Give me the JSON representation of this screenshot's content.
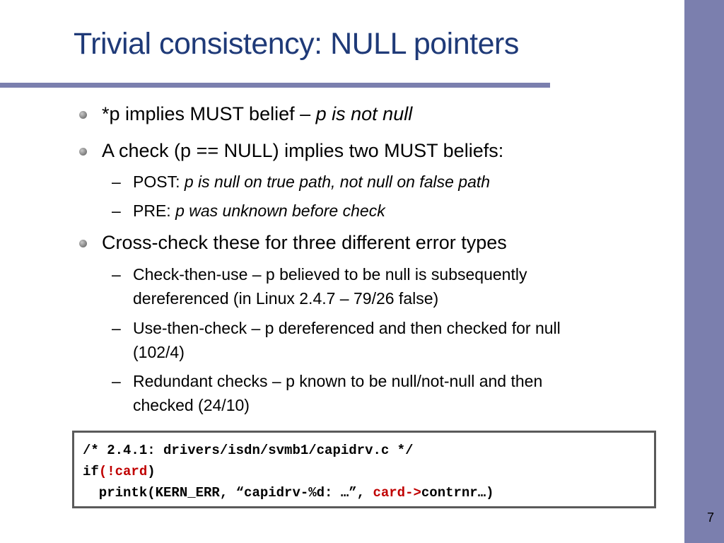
{
  "slide": {
    "title": "Trivial consistency: NULL pointers",
    "page_number": "7"
  },
  "bullets": {
    "b1_plain": "*p implies MUST belief – ",
    "b1_em": "p is not null",
    "b2": "A check (p == NULL) implies two MUST beliefs:",
    "b2_sub1_plain": "POST: ",
    "b2_sub1_em": "p is null on true path, not null on false path",
    "b2_sub2_plain": "PRE: ",
    "b2_sub2_em": "p was unknown before check",
    "b3": "Cross-check these for three different error types",
    "b3_sub1_line1": "Check-then-use – p believed to be null is subsequently",
    "b3_sub1_line2": "dereferenced (in Linux 2.4.7 – 79/26 false)",
    "b3_sub2_line1": "Use-then-check – p dereferenced and then checked for null",
    "b3_sub2_line2": "(102/4)",
    "b3_sub3_line1": "Redundant checks – p known to be null/not-null and then",
    "b3_sub3_line2": "checked (24/10)",
    "dash": "–"
  },
  "code": {
    "line1": "/* 2.4.1: drivers/isdn/svmb1/capidrv.c */",
    "line2_a": "if",
    "line2_b": "(!card",
    "line2_c": ")",
    "line3_a": "  printk(KERN_ERR, “capidrv-%d: …”, ",
    "line3_b": "card->",
    "line3_c": "contrnr…)"
  },
  "colors": {
    "title": "#1f3a78",
    "accent_band": "#7b7fae",
    "code_highlight": "#c00000"
  }
}
